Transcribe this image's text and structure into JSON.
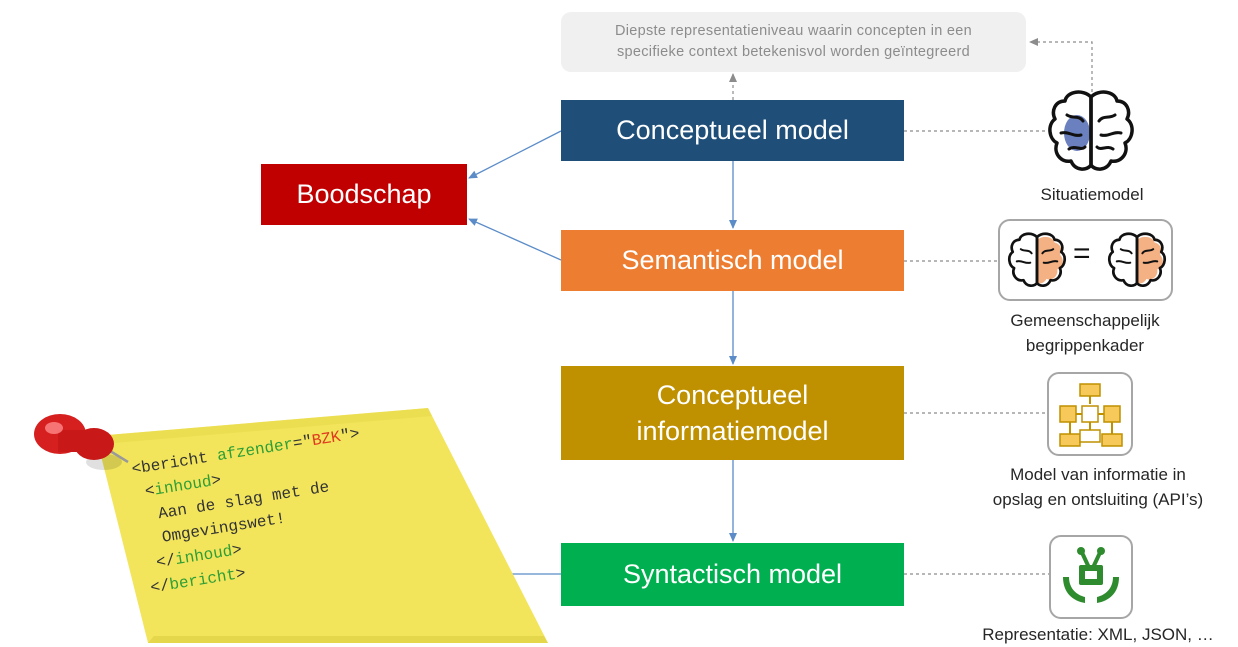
{
  "description": {
    "line1": "Diepste representatieniveau  waarin concepten in een",
    "line2": "specifieke context betekenisvol worden geïntegreerd"
  },
  "layers": {
    "conceptueel": "Conceptueel model",
    "semantisch": "Semantisch model",
    "informatie_line1": "Conceptueel",
    "informatie_line2": "informatiemodel",
    "syntactisch": "Syntactisch model"
  },
  "boodschap": "Boodschap",
  "side_labels": {
    "situatiemodel": "Situatiemodel",
    "begrippen_line1": "Gemeenschappelijk",
    "begrippen_line2": "begrippenkader",
    "equals": "=",
    "informatie_line1": "Model van informatie in",
    "informatie_line2": "opslag en ontsluiting (API’s)",
    "representatie": "Representatie: XML, JSON, …"
  },
  "note": {
    "line1_tag": "<bericht",
    "line1_attr": "afzender",
    "line1_eq": "=\"",
    "line1_val": "BZK",
    "line1_end": "\">",
    "line2_open": "<",
    "line2_kw": "inhoud",
    "line2_close": ">",
    "line3": "Aan de slag met de",
    "line4": "Omgevingswet!",
    "line5_open": "</",
    "line5_kw": "inhoud",
    "line5_close": ">",
    "line6_open": "</",
    "line6_kw": "bericht",
    "line6_close": ">"
  },
  "colors": {
    "conceptueel": "#1f4e79",
    "semantisch": "#ed7d31",
    "informatie": "#bf9000",
    "syntactisch": "#00b050",
    "boodschap": "#c00000",
    "arrow": "#5b8cc8",
    "note": "#f2e55c"
  }
}
